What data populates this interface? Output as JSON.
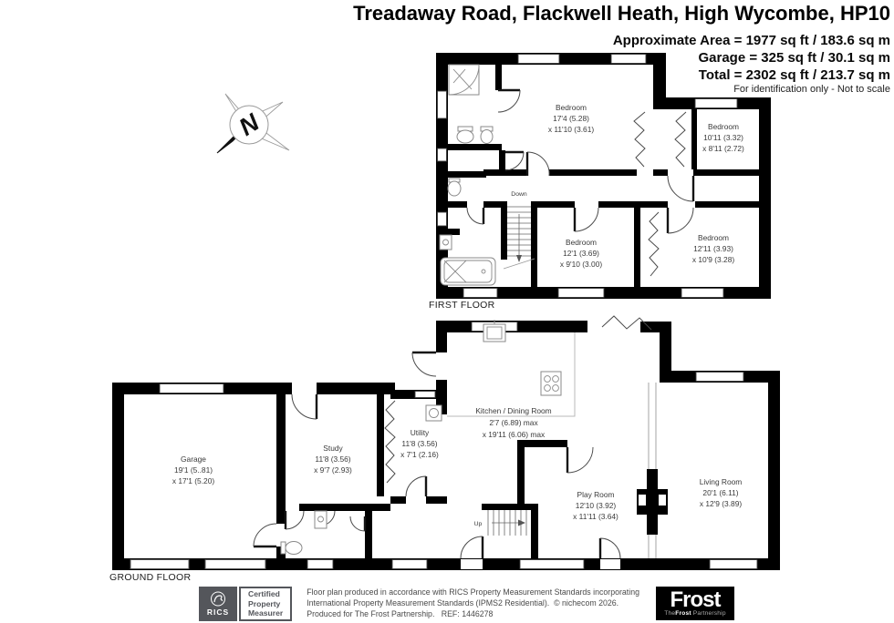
{
  "header": {
    "title": "Treadaway Road, Flackwell Heath, High Wycombe, HP10",
    "approximate_area": "Approximate Area = 1977 sq ft / 183.6 sq m",
    "garage_area": "Garage = 325 sq ft / 30.1 sq m",
    "total_area": "Total = 2302 sq ft / 213.7 sq m",
    "disclaimer": "For identification only - Not to scale"
  },
  "compass": {
    "north": "N"
  },
  "floors": {
    "first": {
      "label": "FIRST FLOOR",
      "stairs": "Down",
      "rooms": {
        "bedroom1": {
          "name": "Bedroom",
          "dim1": "17'4 (5.28)",
          "dim2": "x 11'10 (3.61)"
        },
        "bedroom2": {
          "name": "Bedroom",
          "dim1": "10'11 (3.32)",
          "dim2": "x 8'11 (2.72)"
        },
        "bedroom3": {
          "name": "Bedroom",
          "dim1": "12'1 (3.69)",
          "dim2": "x 9'10 (3.00)"
        },
        "bedroom4": {
          "name": "Bedroom",
          "dim1": "12'11 (3.93)",
          "dim2": "x 10'9 (3.28)"
        }
      }
    },
    "ground": {
      "label": "GROUND FLOOR",
      "stairs": "Up",
      "rooms": {
        "garage": {
          "name": "Garage",
          "dim1": "19'1 (5..81)",
          "dim2": "x 17'1 (5.20)"
        },
        "study": {
          "name": "Study",
          "dim1": "11'8 (3.56)",
          "dim2": "x 9'7 (2.93)"
        },
        "utility": {
          "name": "Utility",
          "dim1": "11'8 (3.56)",
          "dim2": "x 7'1 (2.16)"
        },
        "kitchen": {
          "name": "Kitchen / Dining Room",
          "dim1": "2'7 (6.89) max",
          "dim2": "x 19'11 (6.06) max"
        },
        "playroom": {
          "name": "Play Room",
          "dim1": "12'10 (3.92)",
          "dim2": "x 11'11 (3.64)"
        },
        "living": {
          "name": "Living Room",
          "dim1": "20'1 (6.11)",
          "dim2": "x 12'9 (3.89)"
        }
      }
    }
  },
  "footer": {
    "rics_badge": {
      "org": "RICS",
      "line1": "Certified",
      "line2": "Property",
      "line3": "Measurer"
    },
    "line1": "Floor plan produced in accordance with RICS Property Measurement Standards incorporating",
    "line2": "International Property Measurement Standards (IPMS2 Residential).  © nichecom 2026.",
    "line3": "Produced for The Frost Partnership.   REF: 1446278",
    "frost_logo": {
      "name": "Frost",
      "tagline_pre": "The",
      "tagline_bold": "Frost",
      "tagline_post": " Partnership"
    }
  },
  "colors": {
    "wall": "#000000",
    "badge_gray": "#54565b",
    "label_text": "#3a3a3a"
  }
}
